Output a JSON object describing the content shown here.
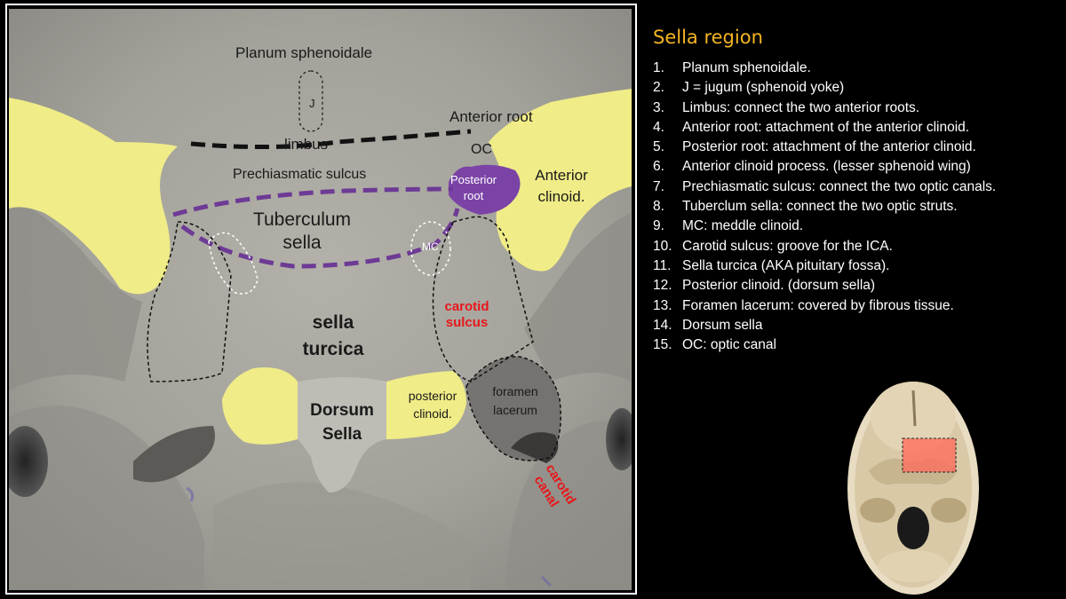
{
  "colors": {
    "background": "#000000",
    "title": "#f5b521",
    "legend_text": "#ffffff",
    "highlight_yellow": "#f0ec87",
    "highlight_purple": "#7b43a6",
    "bone_gray": "#9e9d96",
    "label_red": "#e8171b"
  },
  "sidebar": {
    "title": "Sella region",
    "items": [
      {
        "num": "1.",
        "text": "Planum sphenoidale."
      },
      {
        "num": "2.",
        "text": "J = jugum (sphenoid yoke)"
      },
      {
        "num": "3.",
        "text": "Limbus: connect the two anterior roots."
      },
      {
        "num": "4.",
        "text": "Anterior root: attachment of the anterior clinoid."
      },
      {
        "num": "5.",
        "text": "Posterior root: attachment of the anterior clinoid."
      },
      {
        "num": "6.",
        "text": "Anterior clinoid process. (lesser sphenoid wing)"
      },
      {
        "num": "7.",
        "text": "Prechiasmatic sulcus: connect the two optic canals."
      },
      {
        "num": "8.",
        "text": "Tuberclum sella: connect the two optic struts."
      },
      {
        "num": "9.",
        "text": "MC: meddle clinoid."
      },
      {
        "num": "10.",
        "text": "Carotid sulcus: groove for the ICA."
      },
      {
        "num": "11.",
        "text": "Sella turcica (AKA pituitary fossa)."
      },
      {
        "num": "12.",
        "text": "Posterior clinoid. (dorsum sella)"
      },
      {
        "num": "13.",
        "text": "Foramen lacerum: covered by fibrous tissue."
      },
      {
        "num": "14.",
        "text": "Dorsum sella"
      },
      {
        "num": "15.",
        "text": "OC: optic canal"
      }
    ]
  },
  "photo_labels": {
    "planum": "Planum sphenoidale",
    "jugum": "J",
    "anterior_root": "Anterior root",
    "limbus": "limbus",
    "oc": "OC",
    "prechiasmatic": "Prechiasmatic  sulcus",
    "posterior_root_1": "Posterior",
    "posterior_root_2": "root",
    "anterior_clinoid_1": "Anterior",
    "anterior_clinoid_2": "clinoid.",
    "tuberculum_1": "Tuberculum",
    "tuberculum_2": "sella",
    "mc": "MC",
    "carotid_sulcus_1": "carotid",
    "carotid_sulcus_2": "sulcus",
    "sella_turcica_1": "sella",
    "sella_turcica_2": "turcica",
    "posterior_clinoid_1": "posterior",
    "posterior_clinoid_2": "clinoid.",
    "foramen_1": "foramen",
    "foramen_2": "lacerum",
    "dorsum_1": "Dorsum",
    "dorsum_2": "Sella",
    "carotid_canal_1": "carotid",
    "carotid_canal_2": "canal"
  }
}
